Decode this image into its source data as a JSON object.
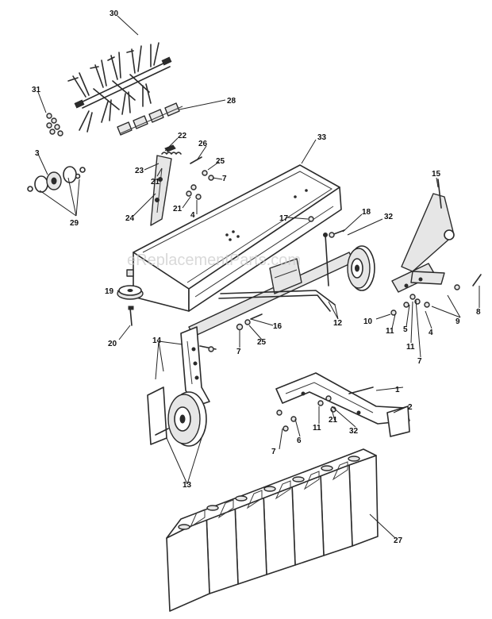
{
  "watermark": "eReplacementParts.com",
  "callouts": {
    "c1": "1",
    "c2": "2",
    "c3": "3",
    "c4a": "4",
    "c4b": "4",
    "c5": "5",
    "c6": "6",
    "c7a": "7",
    "c7b": "7",
    "c7c": "7",
    "c7d": "7",
    "c8": "8",
    "c9": "9",
    "c10": "10",
    "c11a": "11",
    "c11b": "11",
    "c11c": "11",
    "c12": "12",
    "c13": "13",
    "c14": "14",
    "c15": "15",
    "c16": "16",
    "c17": "17",
    "c18": "18",
    "c19": "19",
    "c20": "20",
    "c21a": "21",
    "c21b": "21",
    "c21c": "21",
    "c22": "22",
    "c23": "23",
    "c24": "24",
    "c25a": "25",
    "c25b": "25",
    "c26": "26",
    "c27": "27",
    "c28": "28",
    "c29": "29",
    "c30": "30",
    "c31": "31",
    "c32a": "32",
    "c32b": "32",
    "c33": "33"
  }
}
